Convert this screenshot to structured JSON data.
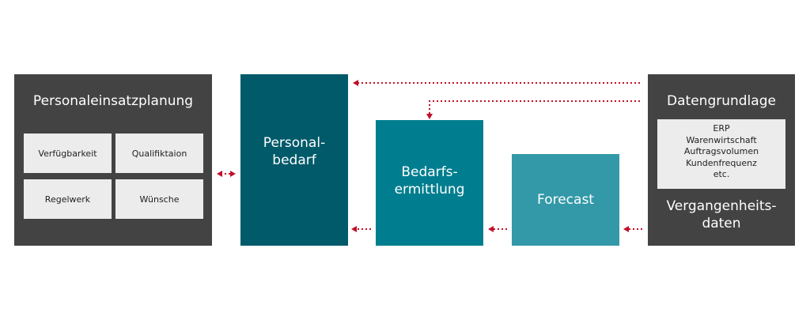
{
  "colors": {
    "dark": "#434343",
    "petrol": "#005a6a",
    "teal": "#007e8f",
    "light_teal": "#3399a8",
    "chip": "#ececec",
    "arrow": "#c0102a"
  },
  "personaleinsatz": {
    "title": "Personaleinsatzplanung",
    "chips": [
      "Verfügbarkeit",
      "Qualifiktaion",
      "Regelwerk",
      "Wünsche"
    ]
  },
  "personalbedarf": {
    "label": "Personal-\nbedarf"
  },
  "bedarfsermittlung": {
    "label": "Bedarfs-\nermittlung"
  },
  "forecast": {
    "label": "Forecast"
  },
  "datengrundlage": {
    "title": "Datengrundlage",
    "items": [
      "ERP",
      "Warenwirtschaft",
      "Auftragsvolumen",
      "Kundenfrequenz",
      "etc."
    ],
    "subtitle_line1": "Vergangenheits-",
    "subtitle_line2": "daten"
  }
}
